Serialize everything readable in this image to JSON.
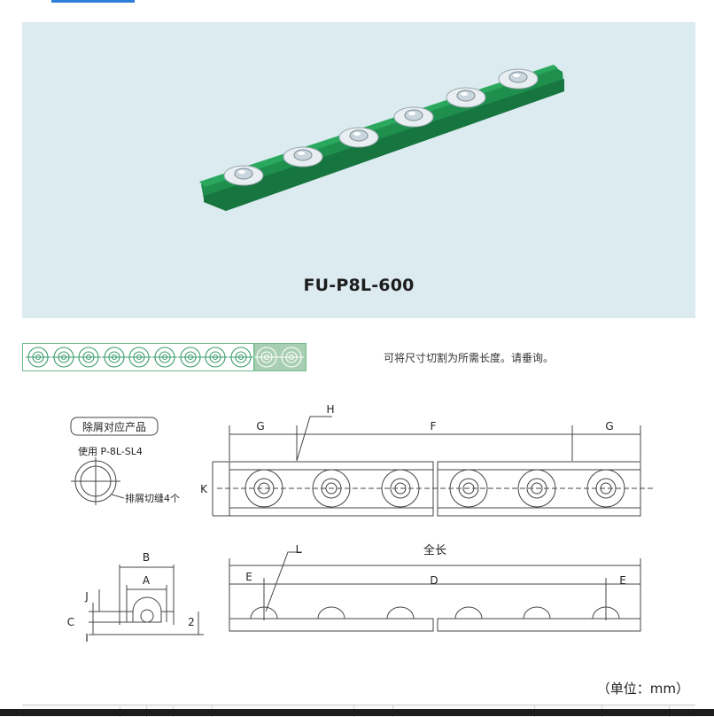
{
  "hero": {
    "model": "FU-P8L-600"
  },
  "strip": {
    "note": "可将尺寸切割为所需长度。请垂询。"
  },
  "drawing": {
    "dust_box_label": "除屑对应产品",
    "dust_use": "使用 P-8L-SL4",
    "dust_slots": "排屑切缝4个",
    "labels": {
      "G": "G",
      "F": "F",
      "H": "H",
      "K": "K",
      "B": "B",
      "A": "A",
      "J": "J",
      "C": "C",
      "I": "I",
      "two": "2",
      "L": "L",
      "total": "全长",
      "E": "E",
      "D": "D"
    }
  },
  "unit_label": "（单位：mm）",
  "colors": {
    "hero_bg": "#dbebf0",
    "rail_green": "#1f8f4e",
    "line_green": "#3a9c6a",
    "drawing_line": "#4a4a4a"
  }
}
